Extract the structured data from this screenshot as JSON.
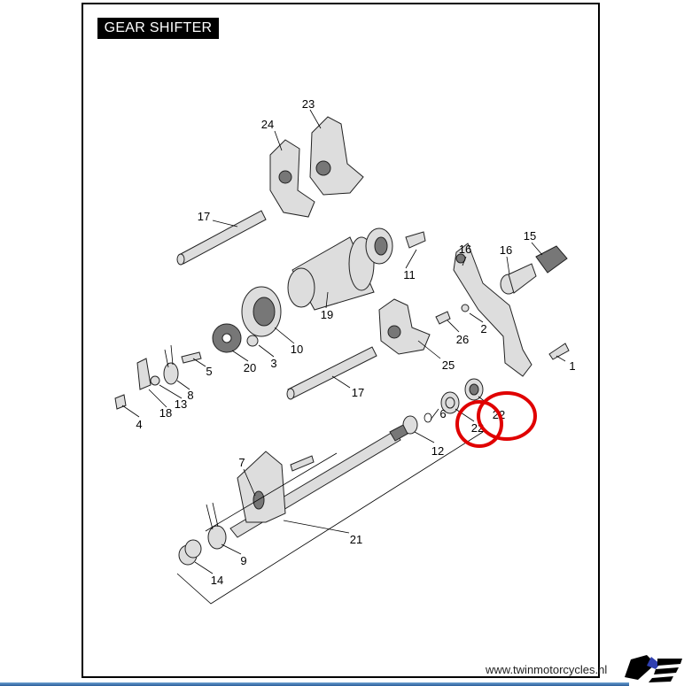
{
  "title": "GEAR SHIFTER",
  "website": "www.twinmotorcycles.nl",
  "logo": "twin motorcycles logo",
  "annotation_color": "#e00000",
  "labels": {
    "p24": "24",
    "p23": "23",
    "p17a": "17",
    "p16a": "16",
    "p16b": "16",
    "p15": "15",
    "p11": "11",
    "p19": "19",
    "p10": "10",
    "p20": "20",
    "p3": "3",
    "p5": "5",
    "p26": "26",
    "p2": "2",
    "p25": "25",
    "p1": "1",
    "p17b": "17",
    "p18": "18",
    "p13": "13",
    "p8": "8",
    "p4": "4",
    "p6": "6",
    "p22a": "22",
    "p22b": "22",
    "p12": "12",
    "p7": "7",
    "p21": "21",
    "p9": "9",
    "p14": "14"
  }
}
